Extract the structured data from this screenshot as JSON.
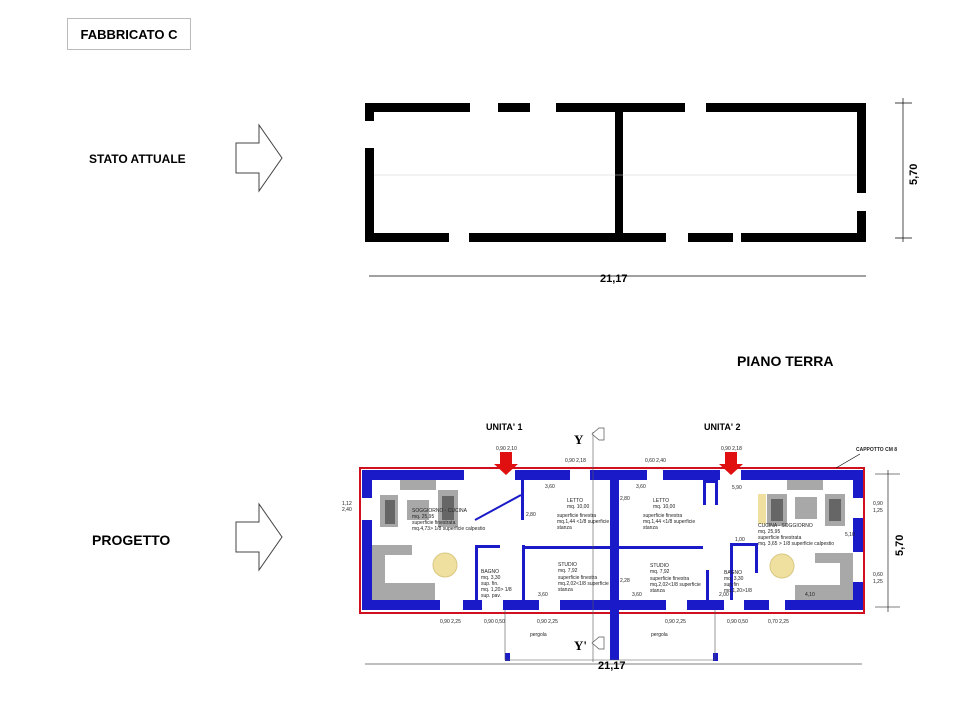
{
  "building_title": "FABBRICATO  C",
  "sections": {
    "current_state": "STATO ATTUALE",
    "project": "PROGETTO",
    "floor": "PIANO TERRA"
  },
  "current_plan": {
    "length": "21,17",
    "width": "5,70"
  },
  "project_plan": {
    "length": "21,17",
    "width": "5,70",
    "unit1": "UNITA' 1",
    "unit2": "UNITA' 2",
    "section_top": "Y",
    "section_bottom": "Y'",
    "cladding": "CAPPOTTO CM 8",
    "pergola_1": "pergola",
    "pergola_2": "pergola",
    "rooms_unit1": {
      "living": [
        "SOGGIORNO - CUCINA",
        "mq. 25,95",
        "superficie finestrata",
        "mq.4,73> 1/8 superficie calpestio"
      ],
      "bedroom": [
        "LETTO",
        "mq. 10,00",
        "superficie finestra",
        "mq.1,44 <1/8 superficie",
        "stanza"
      ],
      "study": [
        "STUDIO",
        "mq. 7,92",
        "superficie finestra",
        "mq.2,02<1/8 superficie",
        "stanza"
      ],
      "bath": [
        "BAGNO",
        "mq. 3,30",
        "sup. fin.",
        "mq. 1,20> 1/8",
        "sup. pav."
      ]
    },
    "rooms_unit2": {
      "living": [
        "CUCINA - SOGGIORNO",
        "mq. 25,95",
        "superficie finestrata",
        "mq. 3,65 > 1/8 superficie calpestio"
      ],
      "bedroom": [
        "LETTO",
        "mq. 10,00",
        "superficie finestra",
        "mq.1,44 <1/8 superficie",
        "stanza"
      ],
      "study": [
        "STUDIO",
        "mq. 7,92",
        "superficie finestra",
        "mq.2,02<1/8 superficie",
        "stanza"
      ],
      "bath": [
        "BAGNO",
        "mq. 3,30",
        "sup.fin",
        "mq.1,20>1/8"
      ]
    },
    "dims": {
      "d1": "1,12",
      "d2": "2,40",
      "d3": "3,60",
      "d4": "2,80",
      "d5": "3,60",
      "d6": "2,80",
      "d7": "5,90",
      "d8": "1,00",
      "d9": "2,28",
      "d10": "4,10",
      "d11": "0,90",
      "d12": "1,25",
      "d13": "0,60",
      "d14": "1,25",
      "d15": "5,10",
      "d16": "3,60",
      "d17": "3,60",
      "d18": "2,00",
      "w1": "0,90 2,10",
      "w2": "0,90 2,18",
      "w3": "0,60 2,40",
      "w4": "0,90 2,18",
      "b1": "0,90 2,25",
      "b2": "0,90 0,50",
      "b3": "0,90 2,25",
      "b4": "0,90 2,25",
      "b5": "0,90 0,50",
      "b6": "0,70 2,25"
    }
  },
  "colors": {
    "wall_existing": "#000000",
    "wall_new": "#1a1ac8",
    "cladding": "#d01020",
    "arrow": "#e01010",
    "furniture": "#a8a8a8",
    "table": "#f0e0a0"
  }
}
